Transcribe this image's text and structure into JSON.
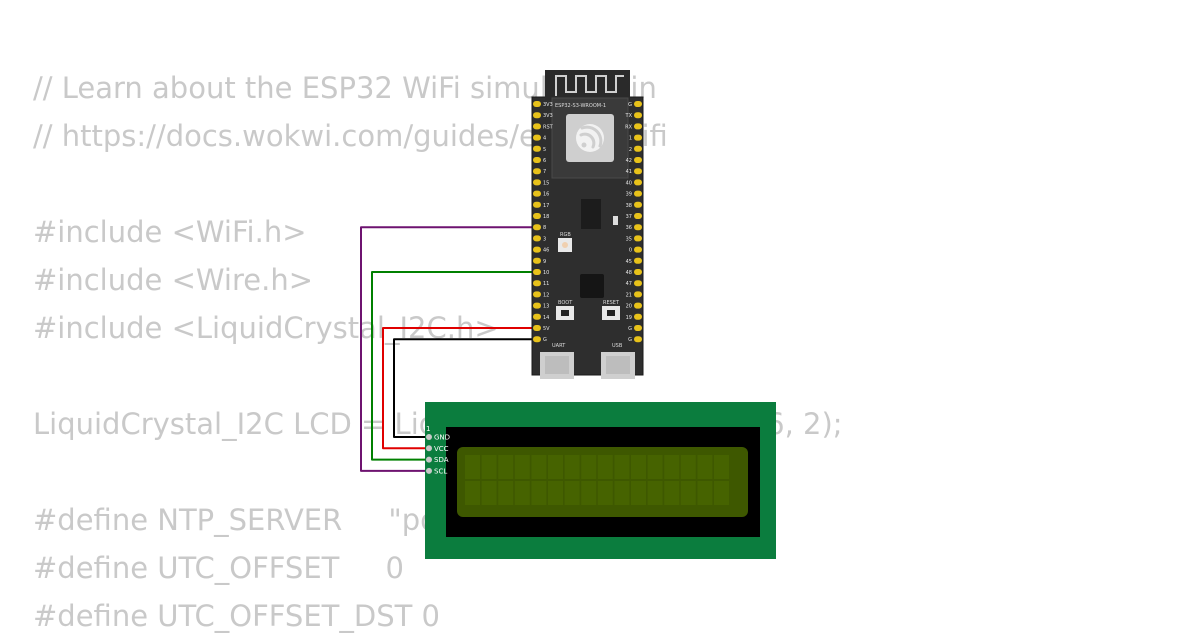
{
  "code_lines": [
    "// Learn about the ESP32 WiFi simulation in",
    "// https://docs.wokwi.com/guides/esp32-wifi",
    "",
    "#include <WiFi.h>",
    "#include <Wire.h>",
    "#include <LiquidCrystal_I2C.h>",
    "",
    "LiquidCrystal_I2C LCD = LiquidCrystal_I2C(0x27, 16, 2);",
    "",
    "#define NTP_SERVER     \"pool.ntp.org\"",
    "#define UTC_OFFSET     0",
    "#define UTC_OFFSET_DST 0"
  ],
  "board": {
    "module_label": "ESP32-S3-WROOM-1",
    "left_pins": [
      "3V3",
      "3V3",
      "RST",
      "4",
      "5",
      "6",
      "7",
      "15",
      "16",
      "17",
      "18",
      "8",
      "3",
      "46",
      "9",
      "10",
      "11",
      "12",
      "13",
      "14",
      "5V",
      "G"
    ],
    "right_pins": [
      "G",
      "TX",
      "RX",
      "1",
      "2",
      "42",
      "41",
      "40",
      "39",
      "38",
      "37",
      "36",
      "35",
      "0",
      "45",
      "48",
      "47",
      "21",
      "20",
      "19",
      "G",
      "G"
    ],
    "rgb_label": "RGB",
    "boot_label": "BOOT",
    "reset_label": "RESET",
    "uart_label": "UART",
    "usb_label": "USB"
  },
  "lcd": {
    "pin1_label": "1",
    "pins": [
      "GND",
      "VCC",
      "SDA",
      "SCL"
    ],
    "columns": 16,
    "rows": 2
  },
  "wires": [
    {
      "from": "GND",
      "to": "G",
      "color": "#000000"
    },
    {
      "from": "VCC",
      "to": "5V",
      "color": "#e00000"
    },
    {
      "from": "SDA",
      "to": "10",
      "color": "#008000"
    },
    {
      "from": "SCL",
      "to": "8",
      "color": "#6e1370"
    }
  ],
  "colors": {
    "code_text": "#c9c9c9",
    "board": "#2e2e2e",
    "pin": "#e8c21a",
    "lcd_pcb": "#0b7d3e",
    "lcd_screen": "#3e5800"
  }
}
